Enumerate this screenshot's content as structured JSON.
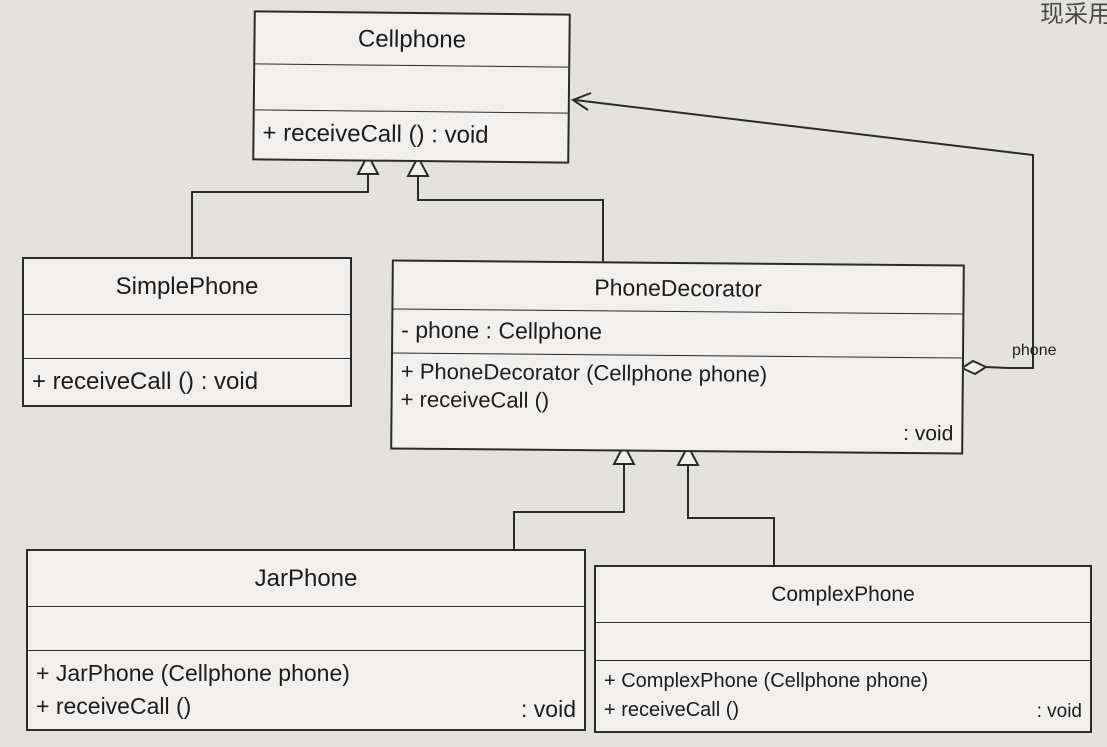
{
  "background_text": {
    "corner": "现采用"
  },
  "classes": {
    "cellphone": {
      "name": "Cellphone",
      "attributes": [],
      "operations": [
        {
          "text": "+ receiveCall () : void"
        }
      ]
    },
    "simplephone": {
      "name": "SimplePhone",
      "attributes": [],
      "operations": [
        {
          "text": "+ receiveCall () : void"
        }
      ]
    },
    "phonedecorator": {
      "name": "PhoneDecorator",
      "attributes": [
        {
          "text": "- phone : Cellphone"
        }
      ],
      "operations": [
        {
          "text": "+ PhoneDecorator (Cellphone  phone)"
        },
        {
          "text": "+ receiveCall ()",
          "return": ": void"
        }
      ]
    },
    "jarphone": {
      "name": "JarPhone",
      "attributes": [],
      "operations": [
        {
          "text": "+ JarPhone (Cellphone  phone)"
        },
        {
          "text": "+ receiveCall ()",
          "return": ": void"
        }
      ]
    },
    "complexphone": {
      "name": "ComplexPhone",
      "attributes": [],
      "operations": [
        {
          "text": "+ ComplexPhone (Cellphone phone)"
        },
        {
          "text": "+ receiveCall ()",
          "return": ": void"
        }
      ]
    }
  },
  "relationships": [
    {
      "type": "generalization",
      "from": "SimplePhone",
      "to": "Cellphone"
    },
    {
      "type": "generalization",
      "from": "PhoneDecorator",
      "to": "Cellphone"
    },
    {
      "type": "generalization",
      "from": "JarPhone",
      "to": "PhoneDecorator"
    },
    {
      "type": "generalization",
      "from": "ComplexPhone",
      "to": "PhoneDecorator"
    },
    {
      "type": "aggregation",
      "from": "PhoneDecorator",
      "to": "Cellphone",
      "role": "phone"
    }
  ]
}
